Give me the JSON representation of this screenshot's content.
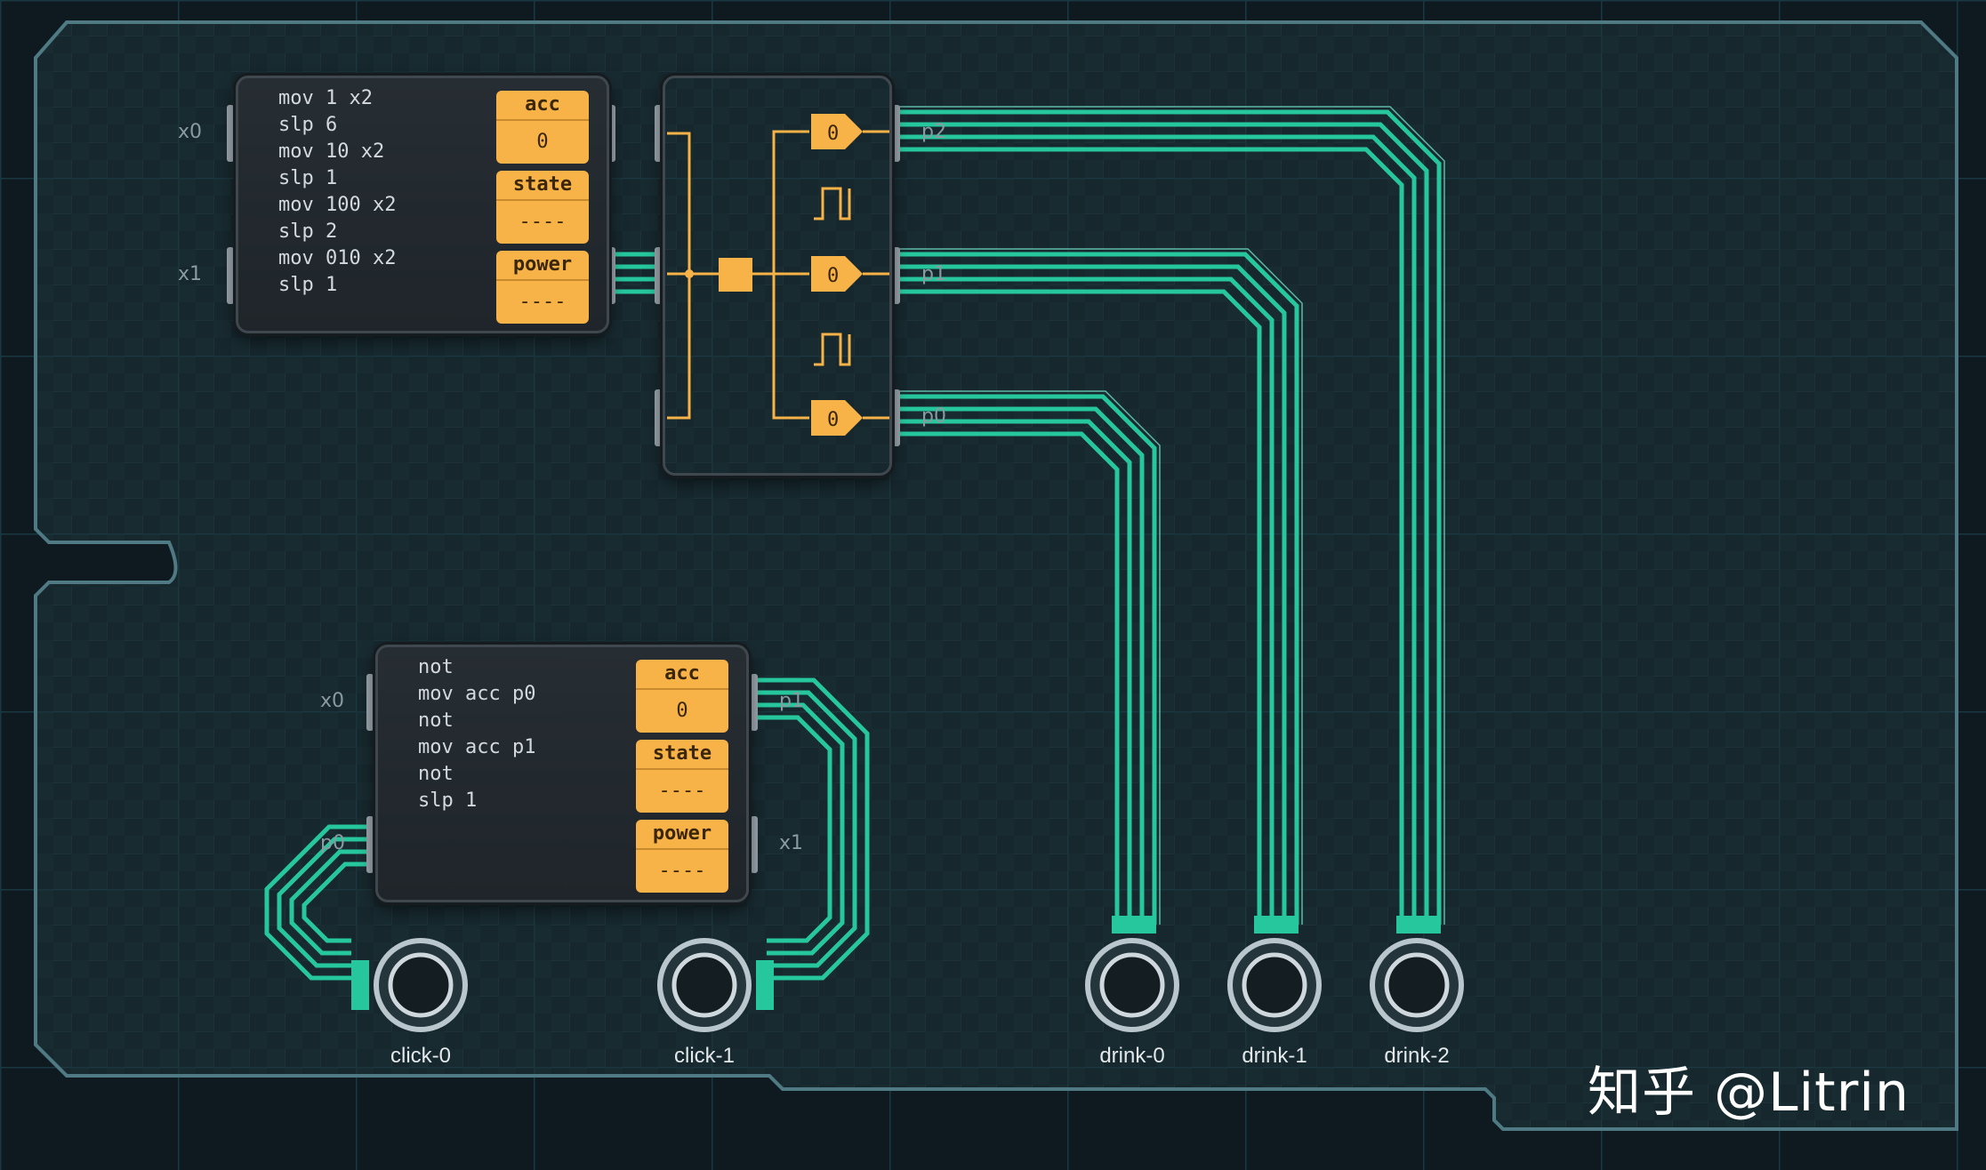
{
  "controller_top": {
    "code": "mov 1 x2\nslp 6\nmov 10 x2\nslp 1\nmov 100 x2\nslp 2\nmov 010 x2\nslp 1",
    "registers": [
      {
        "label": "acc",
        "value": "0"
      },
      {
        "label": "state",
        "value": "----"
      },
      {
        "label": "power",
        "value": "----"
      }
    ],
    "pins": {
      "x0": "x0",
      "x1": "x1"
    }
  },
  "decoder": {
    "outputs": [
      {
        "pin": "p2",
        "value": "0"
      },
      {
        "pin": "p1",
        "value": "0"
      },
      {
        "pin": "p0",
        "value": "0"
      }
    ]
  },
  "controller_bottom": {
    "code": "not\nmov acc p0\nnot\nmov acc p1\nnot\nslp 1",
    "registers": [
      {
        "label": "acc",
        "value": "0"
      },
      {
        "label": "state",
        "value": "----"
      },
      {
        "label": "power",
        "value": "----"
      }
    ],
    "pins": {
      "x0": "x0",
      "p1": "p1",
      "p0": "p0",
      "x1": "x1"
    }
  },
  "devices": [
    {
      "label": "click-0"
    },
    {
      "label": "click-1"
    },
    {
      "label": "drink-0"
    },
    {
      "label": "drink-1"
    },
    {
      "label": "drink-2"
    }
  ],
  "watermark": "知乎 @Litrin",
  "colors": {
    "background": "#0e1a20",
    "board": "#16272d",
    "wire": "#2fe0b2",
    "register": "#f7b248",
    "chip": "#262d33"
  }
}
